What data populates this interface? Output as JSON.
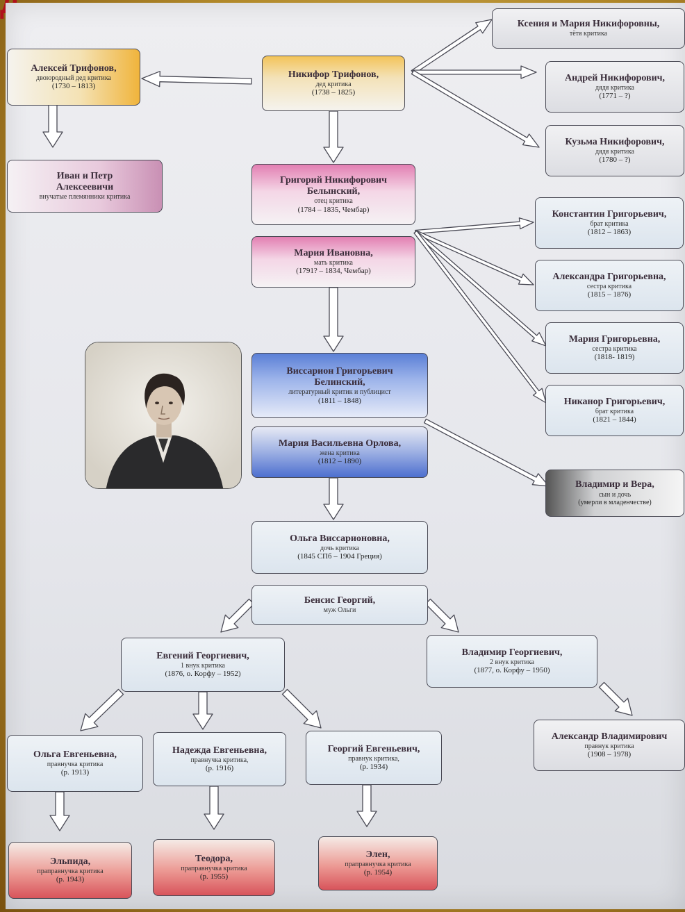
{
  "corner_letter": "Д",
  "colors": {
    "arrow": "#ffffff",
    "arrow_outline": "#4a4a55"
  },
  "people": {
    "kseniya_mariya": {
      "name": "Ксения и Мария Никифоровны,",
      "role": "тётя критика",
      "dates": ""
    },
    "aleksey": {
      "name": "Алексей Трифонов,",
      "role": "двоюродный дед критика",
      "dates": "(1730 – 1813)"
    },
    "nikifor": {
      "name": "Никифор Трифонов,",
      "role": "дед критика",
      "dates": "(1738 – 1825)"
    },
    "andrey": {
      "name": "Андрей Никифорович,",
      "role": "дядя критика",
      "dates": "(1771 – ?)"
    },
    "kuzma": {
      "name": "Кузьма Никифорович,",
      "role": "дядя критика",
      "dates": "(1780 – ?)"
    },
    "ivan_petr": {
      "name": "Иван и Петр Алексеевичи",
      "role": "внучатые племянники критика",
      "dates": ""
    },
    "grigoriy": {
      "name": "Григорий Никифорович Белынский,",
      "role": "отец критика",
      "dates": "(1784 – 1835, Чембар)"
    },
    "mariya_ivanovna": {
      "name": "Мария Ивановна,",
      "role": "мать критика",
      "dates": "(1791? – 1834, Чембар)"
    },
    "konstantin": {
      "name": "Константин Григорьевич,",
      "role": "брат критика",
      "dates": "(1812 – 1863)"
    },
    "aleksandra": {
      "name": "Александра Григорьевна,",
      "role": "сестра критика",
      "dates": "(1815 – 1876)"
    },
    "mariya_grigorievna": {
      "name": "Мария Григорьевна,",
      "role": "сестра критика",
      "dates": "(1818- 1819)"
    },
    "nikanor": {
      "name": "Никанор Григорьевич,",
      "role": "брат критика",
      "dates": "(1821 – 1844)"
    },
    "vissarion": {
      "name": "Виссарион Григорьевич Белинский,",
      "role": "литературный критик и публицист",
      "dates": "(1811 – 1848)"
    },
    "mariya_orlova": {
      "name": "Мария Васильевна Орлова,",
      "role": "жена критика",
      "dates": "(1812 – 1890)"
    },
    "vladimir_vera": {
      "name": "Владимир и Вера,",
      "role": "сын и дочь",
      "dates": "(умерли в младенчестве)"
    },
    "olga_v": {
      "name": "Ольга Виссарионовна,",
      "role": "дочь критика",
      "dates": "(1845 СПб – 1904 Греция)"
    },
    "bensis": {
      "name": "Бенсис Георгий,",
      "role": "муж Ольги",
      "dates": ""
    },
    "evgeniy": {
      "name": "Евгений Георгиевич,",
      "role": "1 внук критика",
      "dates": "(1876, о. Корфу – 1952)"
    },
    "vladimir_g": {
      "name": "Владимир Георгиевич,",
      "role": "2 внук критика",
      "dates": "(1877, о. Корфу – 1950)"
    },
    "olga_e": {
      "name": "Ольга Евгеньевна,",
      "role": "правнучка критика",
      "dates": "(р. 1913)"
    },
    "nadezhda": {
      "name": "Надежда Евгеньевна,",
      "role": "правнучка критика,",
      "dates": "(р. 1916)"
    },
    "georgiy": {
      "name": "Георгий Евгеньевич,",
      "role": "правнук критика,",
      "dates": "(р. 1934)"
    },
    "aleksandr": {
      "name": "Александр Владимирович",
      "role": "правнук критика",
      "dates": "(1908 – 1978)"
    },
    "elpida": {
      "name": "Эльпида,",
      "role": "праправнучка критика",
      "dates": "(р. 1943)"
    },
    "teodora": {
      "name": "Теодора,",
      "role": "праправнучка критика",
      "dates": "(р. 1955)"
    },
    "elen": {
      "name": "Элен,",
      "role": "праправнучка критика",
      "dates": "(р. 1954)"
    }
  },
  "portrait": {
    "icon": "portrait-engraving"
  }
}
